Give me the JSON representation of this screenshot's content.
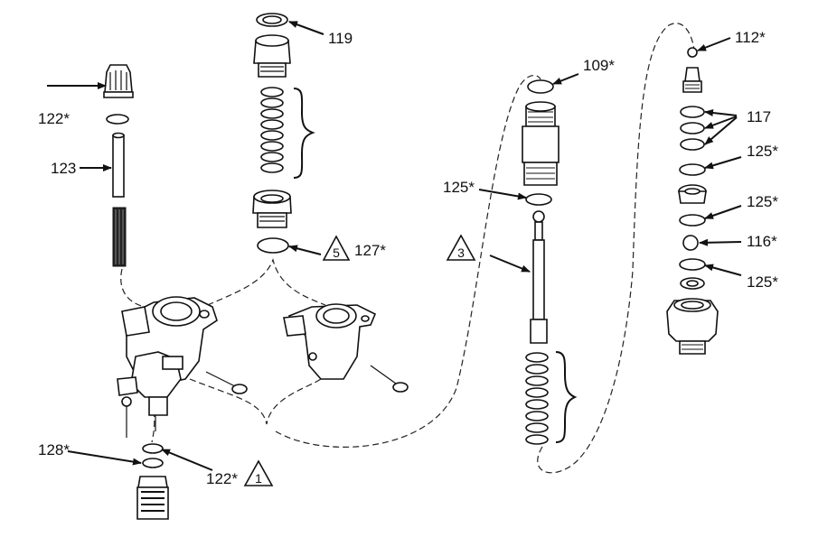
{
  "callouts": {
    "c119": "119",
    "c122_top": "122*",
    "c123": "123",
    "c127": "127*",
    "c128": "128*",
    "c122_bottom": "122*",
    "c109": "109*",
    "c125_a": "125*",
    "c112": "112*",
    "c117": "117",
    "c125_b": "125*",
    "c125_c": "125*",
    "c116": "116*",
    "c125_d": "125*"
  },
  "notes": {
    "n5": "5",
    "n3": "3",
    "n1": "1"
  }
}
